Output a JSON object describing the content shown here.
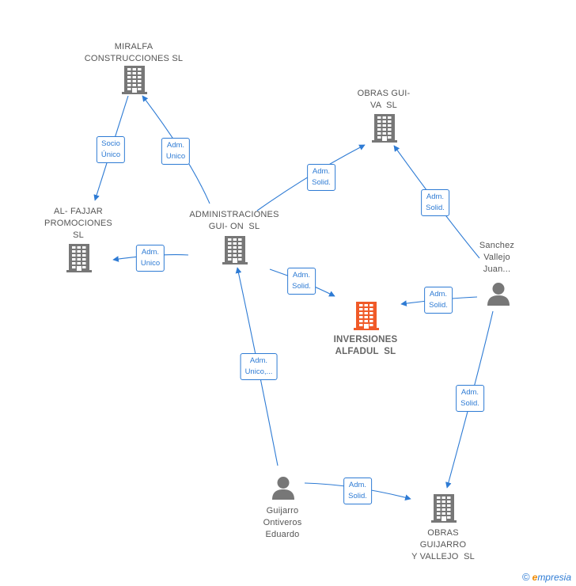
{
  "nodes": [
    {
      "id": "miralfa",
      "type": "company",
      "label": "MIRALFA\nCONSTRUCCIONES SL",
      "highlight": false
    },
    {
      "id": "obras_guiva",
      "type": "company",
      "label": "OBRAS GUI-\nVA  SL",
      "highlight": false
    },
    {
      "id": "al_fajjar",
      "type": "company",
      "label": "AL- FAJJAR\nPROMOCIONES\nSL",
      "highlight": false
    },
    {
      "id": "administraciones",
      "type": "company",
      "label": "ADMINISTRACIONES\nGUI- ON  SL",
      "highlight": false
    },
    {
      "id": "sanchez",
      "type": "person",
      "label": "Sanchez\nVallejo\nJuan...",
      "highlight": false
    },
    {
      "id": "inversiones",
      "type": "company",
      "label": "INVERSIONES\nALFADUL  SL",
      "highlight": true
    },
    {
      "id": "guijarro",
      "type": "person",
      "label": "Guijarro\nOntiveros\nEduardo",
      "highlight": false
    },
    {
      "id": "obras_guijarro",
      "type": "company",
      "label": "OBRAS\nGUIJARRO\nY VALLEJO  SL",
      "highlight": false
    }
  ],
  "edges": [
    {
      "from": "miralfa",
      "to": "al_fajjar",
      "label": "Socio\nÚnico"
    },
    {
      "from": "administraciones",
      "to": "miralfa",
      "label": "Adm.\nUnico"
    },
    {
      "from": "administraciones",
      "to": "obras_guiva",
      "label": "Adm.\nSolid."
    },
    {
      "from": "administraciones",
      "to": "al_fajjar",
      "label": "Adm.\nUnico"
    },
    {
      "from": "administraciones",
      "to": "inversiones",
      "label": "Adm.\nSolid."
    },
    {
      "from": "sanchez",
      "to": "obras_guiva",
      "label": "Adm.\nSolid."
    },
    {
      "from": "sanchez",
      "to": "inversiones",
      "label": "Adm.\nSolid."
    },
    {
      "from": "sanchez",
      "to": "obras_guijarro",
      "label": "Adm.\nSolid."
    },
    {
      "from": "guijarro",
      "to": "administraciones",
      "label": "Adm.\nUnico,..."
    },
    {
      "from": "guijarro",
      "to": "obras_guijarro",
      "label": "Adm.\nSolid."
    }
  ],
  "colors": {
    "edge": "#2e7bd4",
    "icon": "#777777",
    "highlight": "#f05a28"
  },
  "footer": {
    "copyright": "©",
    "brand_first": "e",
    "brand_rest": "mpresia"
  }
}
